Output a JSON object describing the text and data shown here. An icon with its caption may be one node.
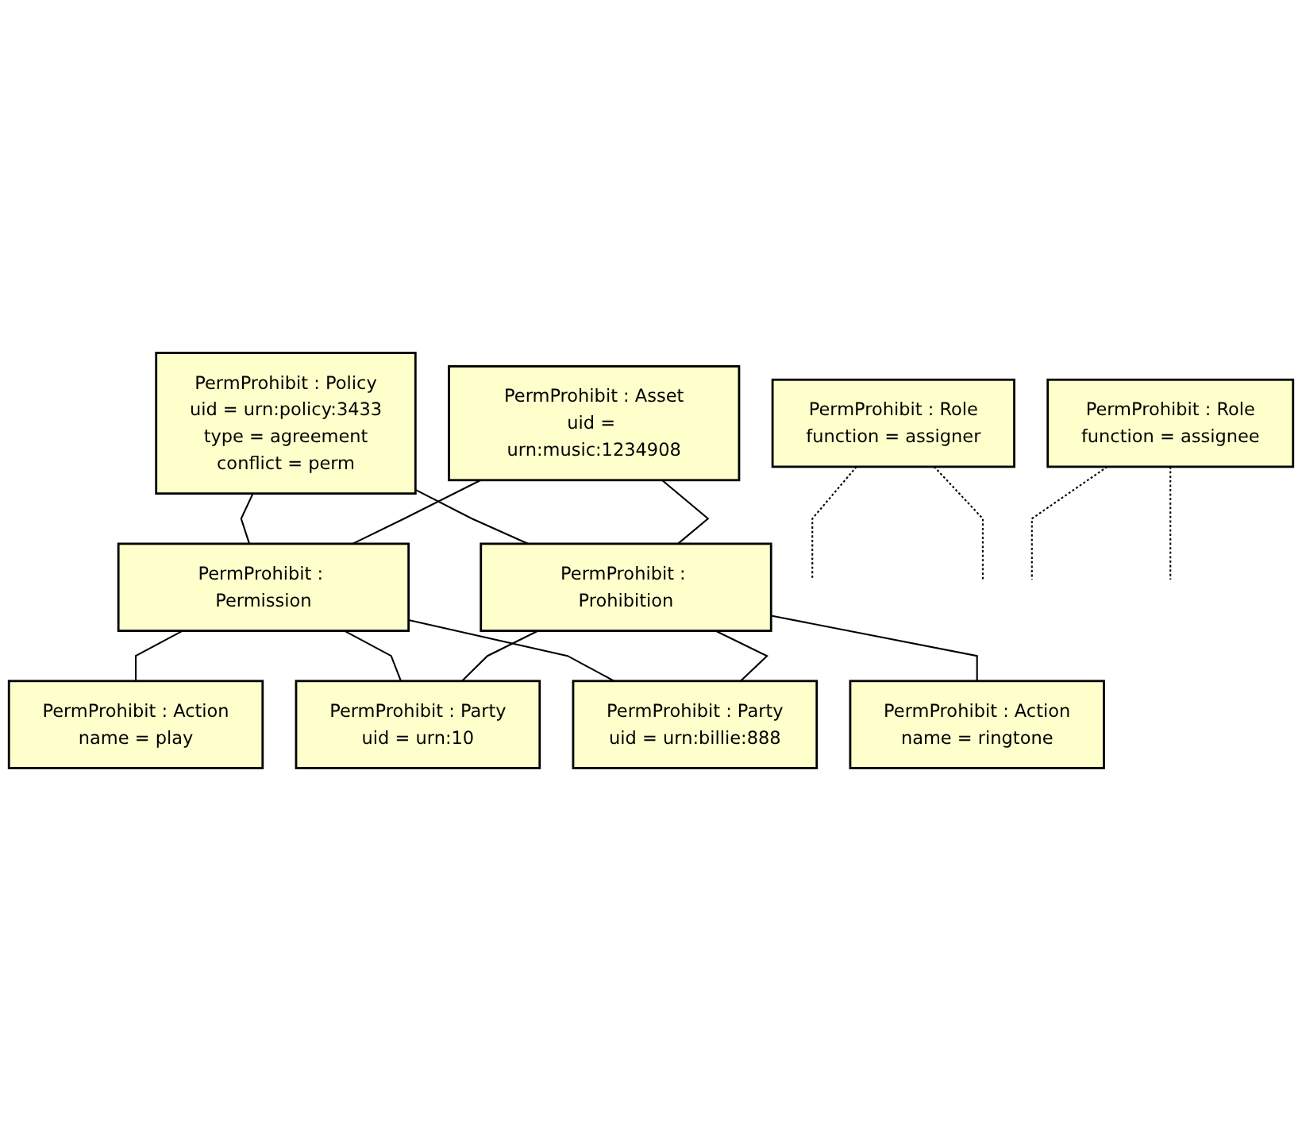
{
  "diagram": {
    "nodes": [
      {
        "text": [
          "PermProhibit : Policy",
          "uid = urn:policy:3433",
          "type = agreement",
          "conflict = perm"
        ]
      },
      {
        "text": [
          "PermProhibit : Asset",
          "uid = urn:music:1234908"
        ]
      },
      {
        "text": [
          "PermProhibit : Permission"
        ]
      },
      {
        "text": [
          "PermProhibit : Prohibition"
        ]
      },
      {
        "text": [
          "PermProhibit : Role",
          "function = assigner"
        ]
      },
      {
        "text": [
          "PermProhibit : Action",
          "name = play"
        ]
      },
      {
        "text": [
          "PermProhibit : Action",
          "name = ringtone"
        ]
      },
      {
        "text": [
          "PermProhibit : Party",
          "uid = urn:10"
        ]
      },
      {
        "text": [
          "PermProhibit : Role",
          "function = assignee"
        ]
      },
      {
        "text": [
          "PermProhibit : Party",
          "uid = urn:billie:888"
        ]
      }
    ],
    "edges": [
      {
        "from": 0,
        "to": 2,
        "arrow": "none"
      },
      {
        "from": 0,
        "to": 3,
        "arrow": "none"
      },
      {
        "from": 1,
        "to": 2,
        "arrow": "none"
      },
      {
        "from": 1,
        "to": 3,
        "arrow": "none"
      },
      {
        "from": 2,
        "to": 5,
        "arrow": "none"
      },
      {
        "from": 2,
        "to": 7,
        "arrow": "none"
      },
      {
        "from": 2,
        "to": 9,
        "arrow": "none"
      },
      {
        "from": 3,
        "to": 7,
        "arrow": "none"
      },
      {
        "from": 3,
        "to": 6,
        "arrow": "none"
      },
      {
        "from": 3,
        "to": 9,
        "arrow": "none"
      },
      {
        "from": 4,
        "to": null,
        "arrow": "none",
        "style": "dashed"
      },
      {
        "from": 4,
        "to": null,
        "arrow": "none",
        "style": "dashed"
      },
      {
        "from": 8,
        "to": null,
        "arrow": "none",
        "style": "dashed"
      },
      {
        "from": 8,
        "to": null,
        "arrow": "none",
        "style": "dashed"
      }
    ]
  }
}
